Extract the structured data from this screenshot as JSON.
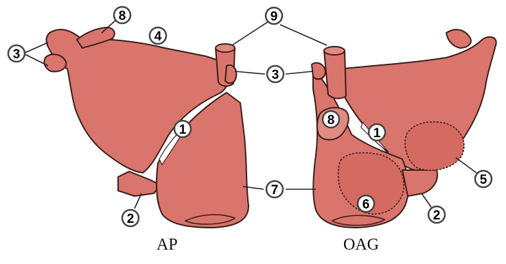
{
  "views": [
    {
      "id": "ap",
      "caption": "AP"
    },
    {
      "id": "oag",
      "caption": "OAG"
    }
  ],
  "labels": {
    "n1": "1",
    "n2": "2",
    "n3": "3",
    "n4": "4",
    "n5": "5",
    "n6": "6",
    "n7": "7",
    "n8": "8",
    "n9": "9"
  },
  "colors": {
    "tissue": "#d9756c",
    "tissue_highlight": "#e08a80",
    "outline": "#3b1f1c",
    "badge_fill": "#ffffff"
  }
}
